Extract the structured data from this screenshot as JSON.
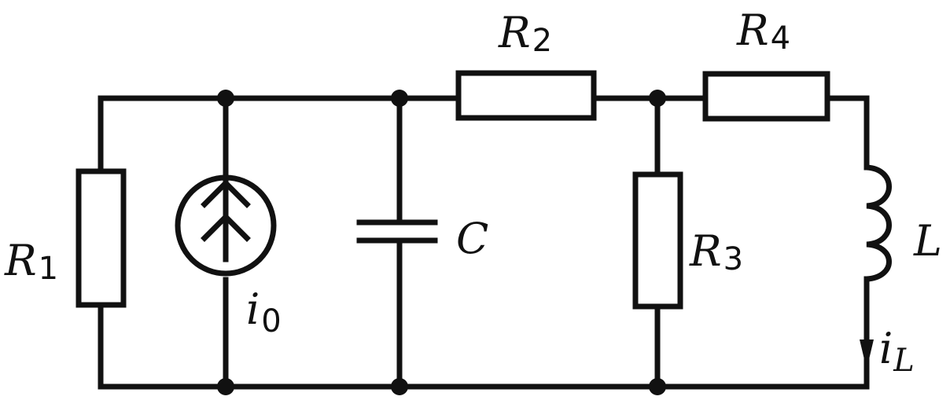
{
  "labels": {
    "r1": {
      "main": "R",
      "sub": "1"
    },
    "r2": {
      "main": "R",
      "sub": "2"
    },
    "r3": {
      "main": "R",
      "sub": "3"
    },
    "r4": {
      "main": "R",
      "sub": "4"
    },
    "c": {
      "main": "C"
    },
    "l": {
      "main": "L"
    },
    "i0": {
      "main": "i",
      "sub": "0"
    },
    "il": {
      "main": "i",
      "sub": "L"
    }
  },
  "colors": {
    "stroke": "#111111",
    "background": "#ffffff"
  }
}
